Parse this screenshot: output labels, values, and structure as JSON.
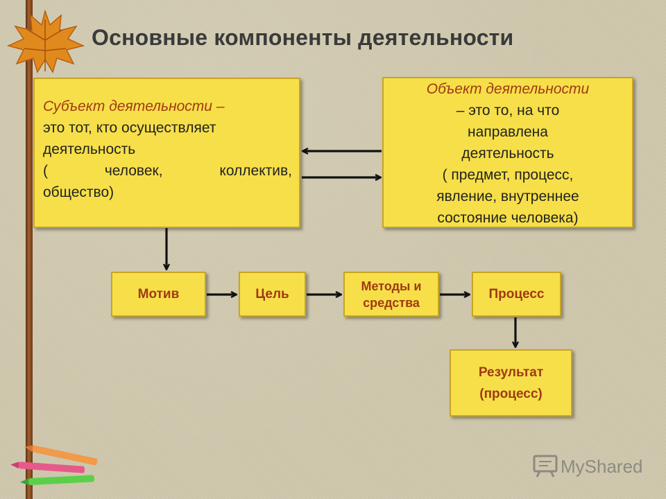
{
  "title": "Основные компоненты деятельности",
  "subject": {
    "heading": "Субъект деятельности",
    "line1_rest": " –",
    "line2": "это тот, кто осуществляет",
    "line3": "деятельность",
    "line4": "( человек, коллектив,",
    "line5": "общество)"
  },
  "object": {
    "heading": "Объект деятельности",
    "line2": "– это то, на что",
    "line3": "направлена",
    "line4": "деятельность",
    "line5": "( предмет, процесс,",
    "line6": "явление, внутреннее",
    "line7": "состояние человека)"
  },
  "flow": {
    "motiv": "Мотив",
    "goal": "Цель",
    "methods_line1": "Методы и",
    "methods_line2": "средства",
    "process": "Процесс",
    "result_line1": "Результат",
    "result_line2": "(процесс)"
  },
  "watermark": {
    "text": "MyShared"
  },
  "colors": {
    "box_fill": "#f7df49",
    "box_border": "#c9a41f",
    "accent_text": "#a03a13",
    "title_text": "#3a3a3a",
    "background": "#cfc8ad"
  },
  "icons": {
    "corner_decoration": "autumn-leaf-icon",
    "bottom_decoration": "crayons-icon",
    "watermark_logo": "presentation-board-icon"
  }
}
